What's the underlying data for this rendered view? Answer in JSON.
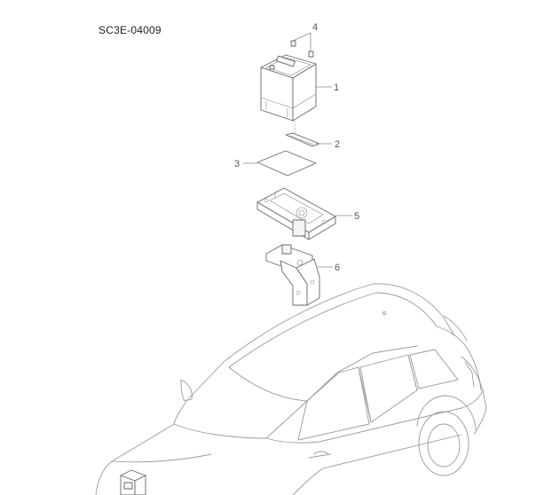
{
  "diagram": {
    "code": "SC3E-04009",
    "callouts": [
      "1",
      "2",
      "3",
      "4",
      "5",
      "6"
    ]
  }
}
